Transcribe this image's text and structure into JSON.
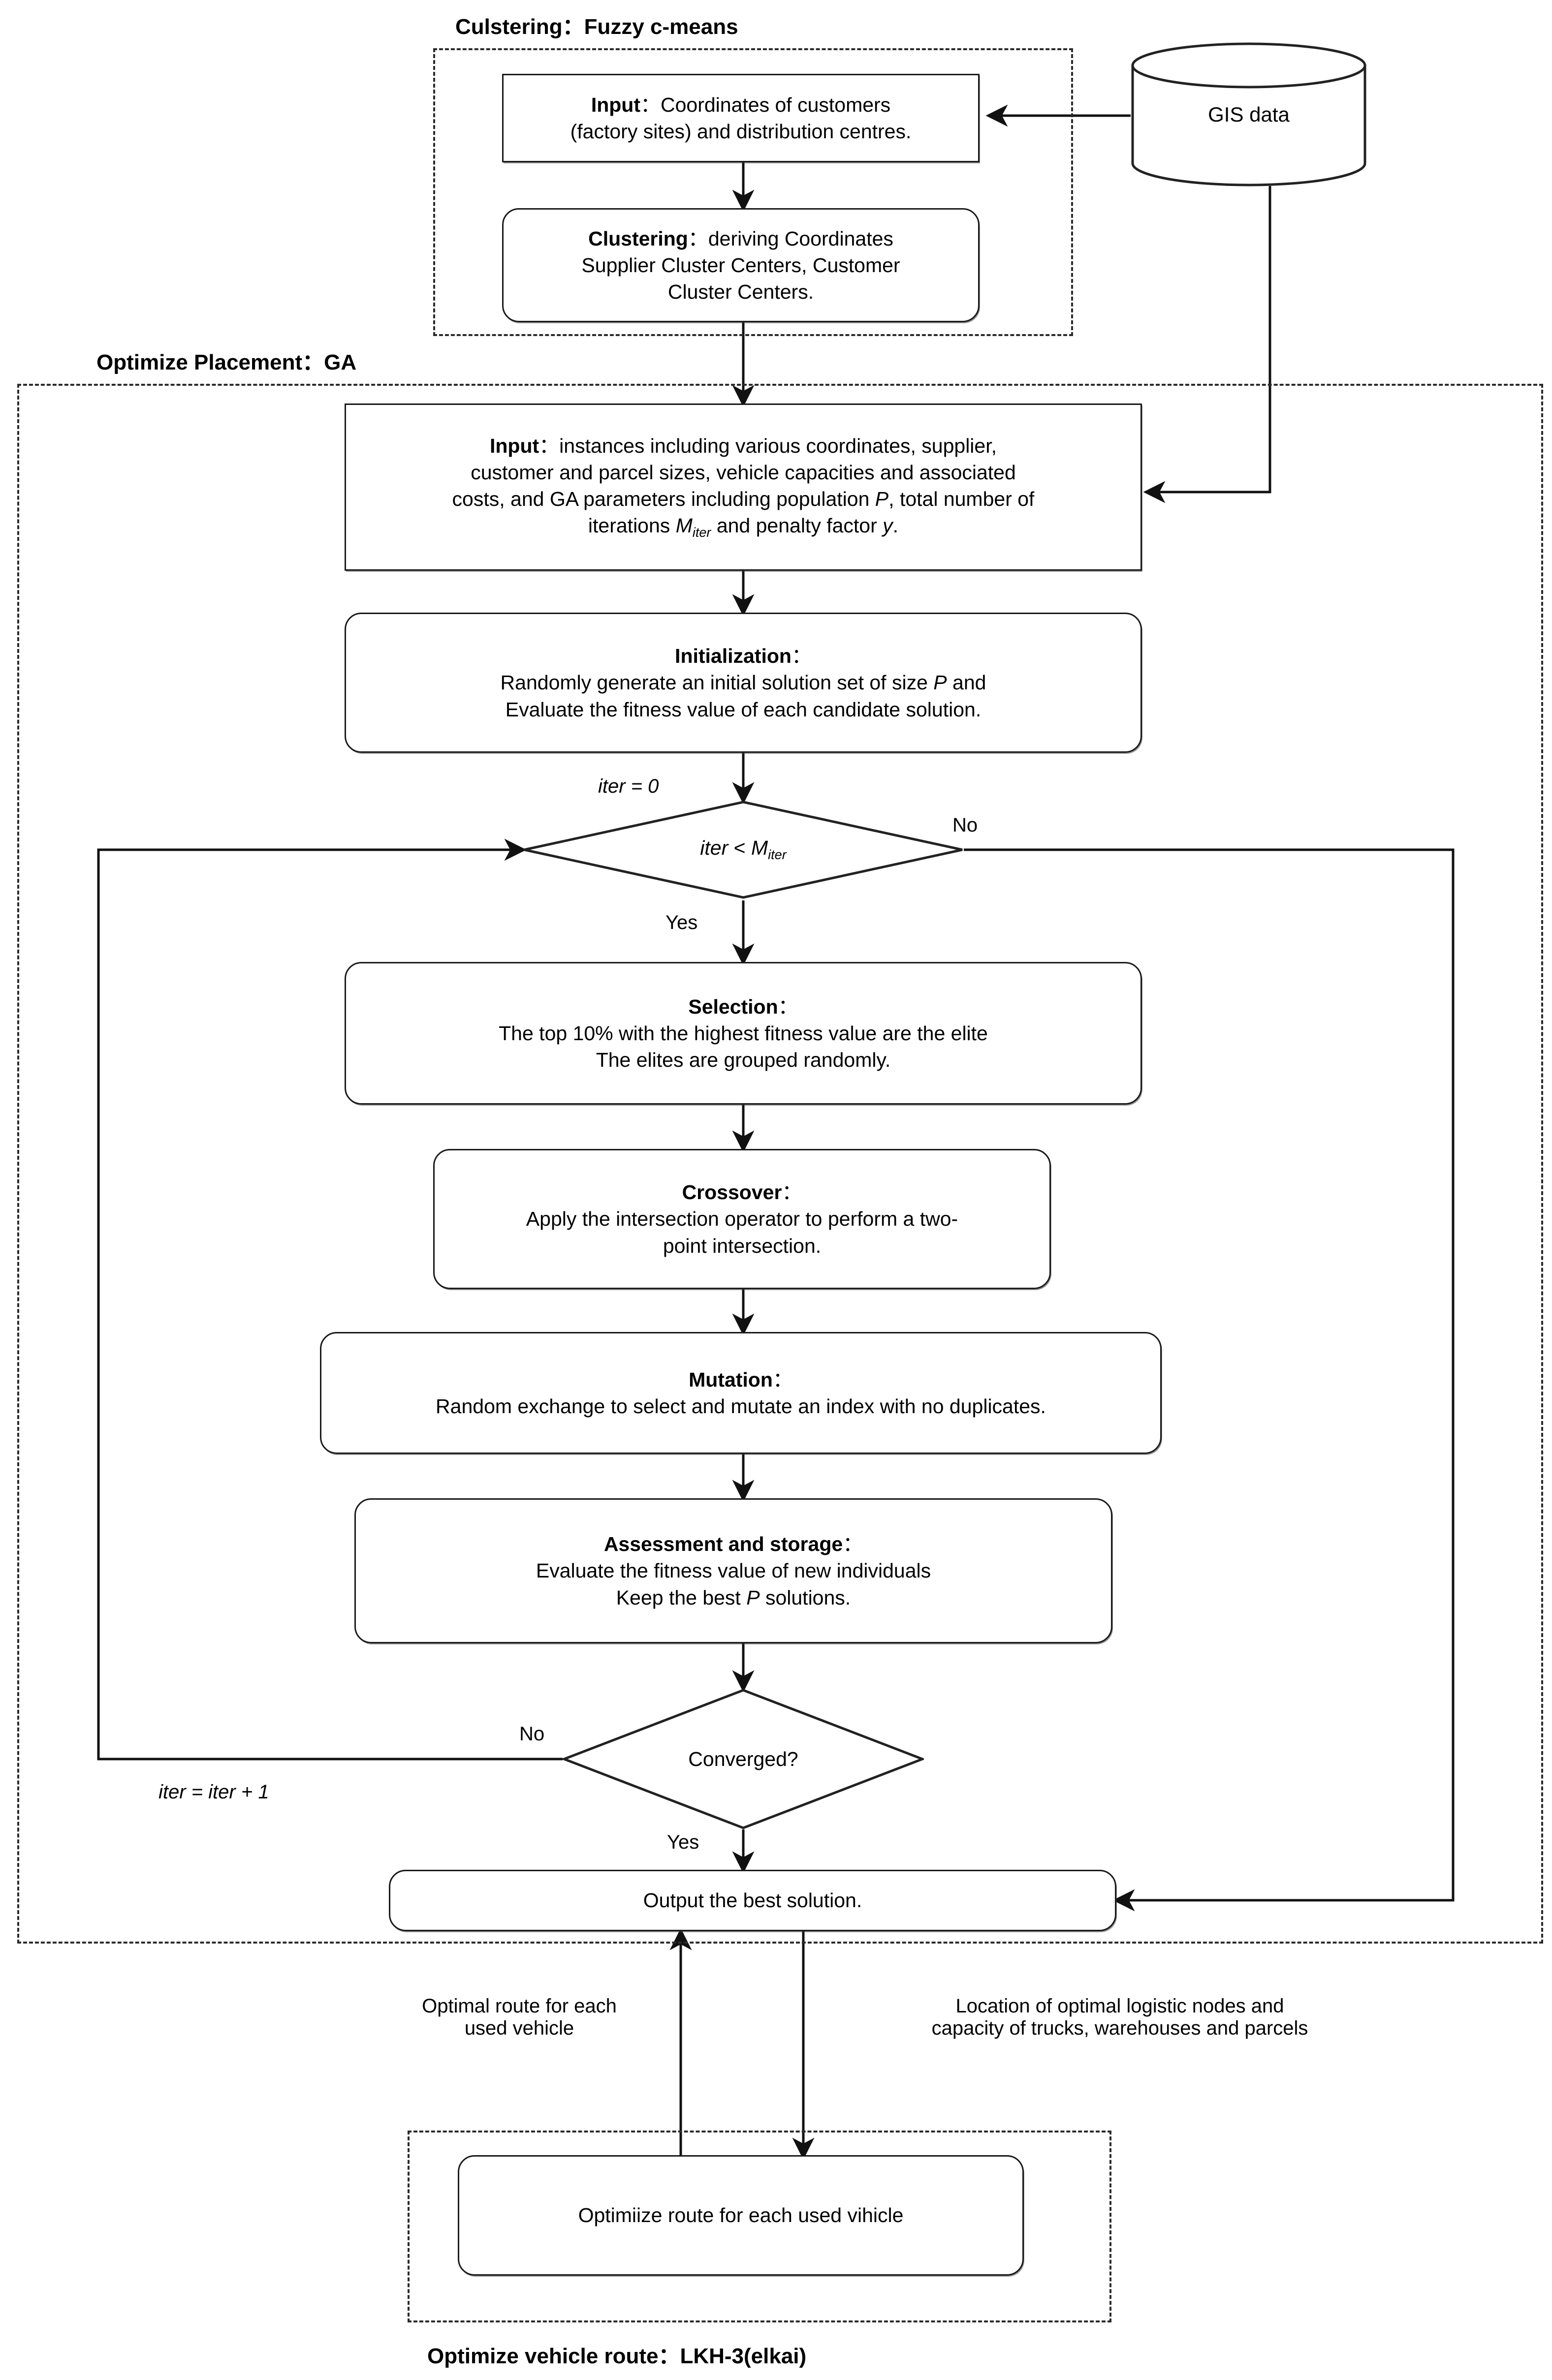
{
  "groups": {
    "clustering": {
      "title": "Culstering：Fuzzy c-means"
    },
    "ga": {
      "title": "Optimize Placement：GA"
    },
    "lkh": {
      "title": "Optimize vehicle route：LKH-3(elkai)"
    }
  },
  "nodes": {
    "cluster_input": {
      "bold": "Input",
      "sep": "：",
      "line1": "Coordinates of customers",
      "line2": "(factory sites) and distribution centres."
    },
    "clustering": {
      "bold": "Clustering",
      "sep": "：",
      "line1": "deriving Coordinates",
      "line2": "Supplier Cluster Centers, Customer",
      "line3": "Cluster Centers."
    },
    "gis": {
      "label": "GIS data"
    },
    "ga_input": {
      "bold": "Input",
      "sep": "：",
      "line1": "instances including various coordinates, supplier,",
      "line2": "customer and parcel sizes, vehicle capacities and associated",
      "line3_a": "costs, and GA parameters including population ",
      "line3_p": "P",
      "line3_b": ", total number of",
      "line4_a": "iterations ",
      "line4_m": "M",
      "line4_msub": "iter",
      "line4_b": " and penalty factor ",
      "line4_y": "y",
      "line4_c": "."
    },
    "initialization": {
      "bold": "Initialization",
      "sep": "：",
      "line1_a": "Randomly generate an initial solution set of size ",
      "line1_p": "P",
      "line1_b": " and",
      "line2": "Evaluate the fitness value of each candidate solution."
    },
    "selection": {
      "bold": "Selection",
      "sep": "：",
      "line1": "The top 10% with the highest fitness value are the elite",
      "line2": "The elites are grouped randomly."
    },
    "crossover": {
      "bold": "Crossover",
      "sep": "：",
      "line1": "Apply the intersection operator to perform a two-",
      "line2": "point intersection."
    },
    "mutation": {
      "bold": "Mutation",
      "sep": "：",
      "line1": "Random exchange to select and mutate an index with no duplicates."
    },
    "assessment": {
      "bold": "Assessment and storage",
      "sep": "：",
      "line1": "Evaluate the fitness value of new individuals",
      "line2_a": "Keep the best ",
      "line2_p": "P",
      "line2_b": " solutions."
    },
    "output": {
      "label": "Output the best solution."
    },
    "route": {
      "label": "Optimiize route for each used vihicle"
    }
  },
  "decisions": {
    "iter_check": {
      "left": "iter",
      "op": " < ",
      "m": "M",
      "msub": "iter"
    },
    "converged": {
      "label": "Converged?"
    }
  },
  "edge_labels": {
    "iter_zero": {
      "a": "iter",
      "b": " = 0"
    },
    "iter_no": "No",
    "iter_yes": "Yes",
    "conv_no": "No",
    "conv_yes": "Yes",
    "iter_increment": {
      "a": "iter",
      "b": " = ",
      "c": "iter",
      "d": " + 1"
    },
    "optimal_route": "Optimal route for each\nused vehicle",
    "optimal_route_l1": "Optimal route for each",
    "optimal_route_l2": "used vehicle",
    "location_l1": "Location of optimal logistic nodes and",
    "location_l2": "capacity of trucks, warehouses and parcels"
  },
  "colors": {
    "stroke": "#1a1a1a",
    "dashed": "#2b2b2b",
    "background": "#ffffff",
    "text": "#000000"
  }
}
